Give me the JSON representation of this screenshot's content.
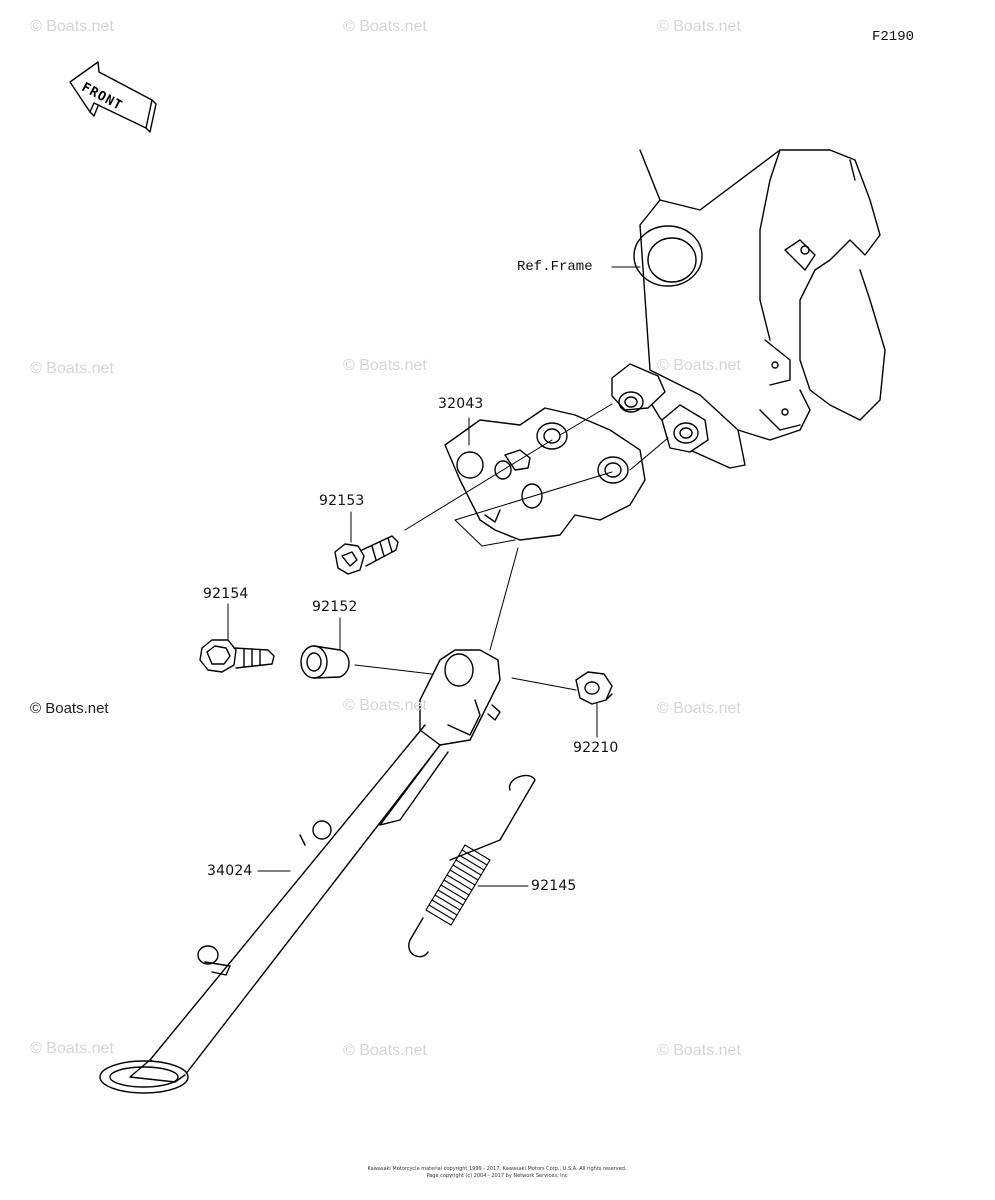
{
  "diagram": {
    "figure_code": "F2190",
    "front_label": "FRONT",
    "ref_label": "Ref.Frame",
    "parts": {
      "p32043": "32043",
      "p92153": "92153",
      "p92154": "92154",
      "p92152": "92152",
      "p92210": "92210",
      "p34024": "34024",
      "p92145": "92145"
    },
    "watermark": "© Boats.net",
    "watermark_main": "© Boats.net",
    "copyright_lines": [
      "Kawasaki Motorcycle material copyright 1999 - 2017, Kawasaki Motors Corp., U.S.A. All rights reserved.",
      "Page copyright (c) 2004 - 2017 by Network Services, Inc"
    ]
  }
}
